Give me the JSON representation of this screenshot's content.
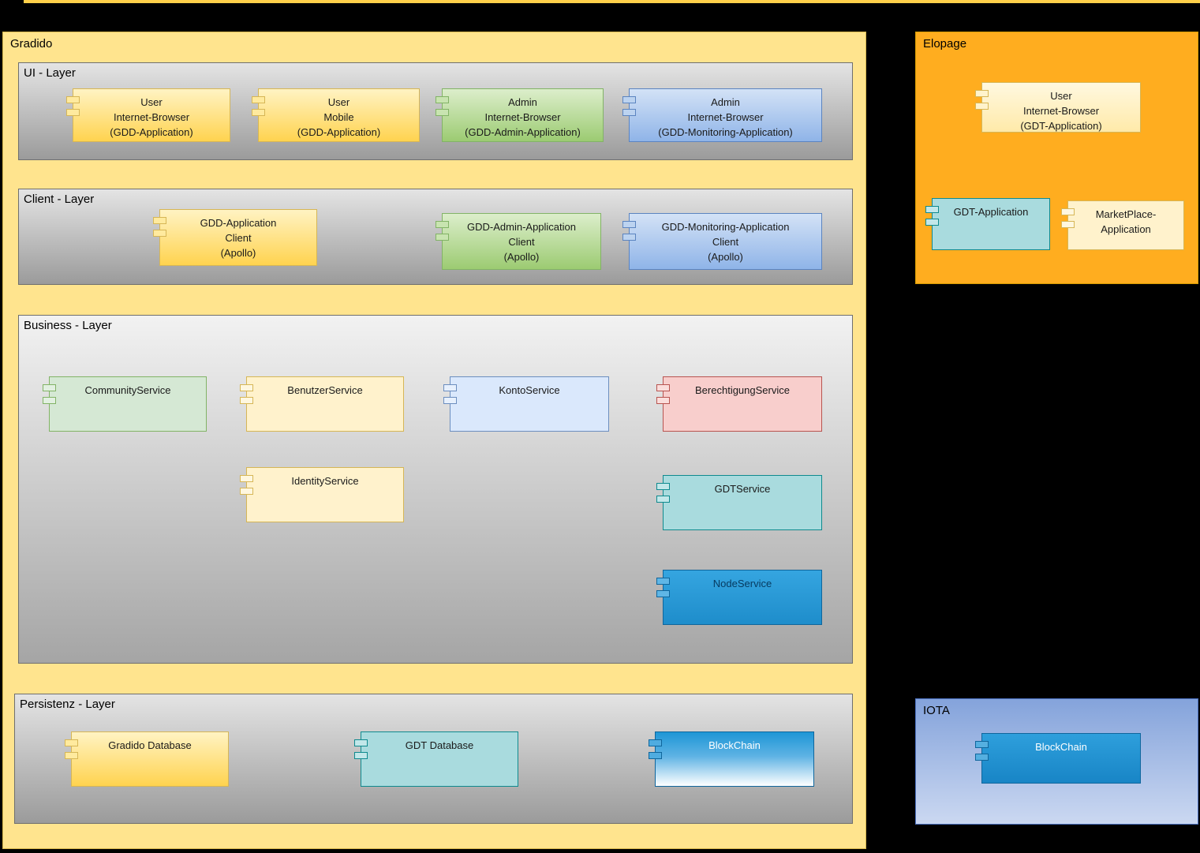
{
  "palette": {
    "background": "#000000",
    "gradido_fill": "#FFE48E",
    "elopage_fill": "#FFAD1F",
    "iota_fill": "#84A3DB",
    "layer_gray": "#9B9B9B",
    "yellow_component": "#FFD34F",
    "green_component": "#9CCB72",
    "blue_component": "#8FB4E8",
    "cream_component": "#FFF2CC",
    "lightgreen_component": "#D5E8D4",
    "lightblue_component": "#DAE8FC",
    "pink_component": "#F8CECC",
    "teal_component": "#A9DBDE",
    "node_blue": "#1E8DCB",
    "blockchain_blue": "#1E96D6"
  },
  "gradido": {
    "label": "Gradido",
    "ui_layer": {
      "label": "UI - Layer",
      "components": [
        {
          "label": "User\nInternet-Browser\n(GDD-Application)"
        },
        {
          "label": "User\nMobile\n(GDD-Application)"
        },
        {
          "label": "Admin\nInternet-Browser\n(GDD-Admin-Application)"
        },
        {
          "label": "Admin\nInternet-Browser\n(GDD-Monitoring-Application)"
        }
      ]
    },
    "client_layer": {
      "label": "Client - Layer",
      "components": [
        {
          "label": "GDD-Application\nClient\n(Apollo)"
        },
        {
          "label": "GDD-Admin-Application\nClient\n(Apollo)"
        },
        {
          "label": "GDD-Monitoring-Application\nClient\n(Apollo)"
        }
      ]
    },
    "business_layer": {
      "label": "Business - Layer",
      "components": [
        {
          "label": "CommunityService"
        },
        {
          "label": "BenutzerService"
        },
        {
          "label": "KontoService"
        },
        {
          "label": "BerechtigungService"
        },
        {
          "label": "IdentityService"
        },
        {
          "label": "GDTService"
        },
        {
          "label": "NodeService"
        }
      ]
    },
    "persistenz_layer": {
      "label": "Persistenz - Layer",
      "components": [
        {
          "label": "Gradido Database"
        },
        {
          "label": "GDT Database"
        },
        {
          "label": "BlockChain"
        }
      ]
    }
  },
  "elopage": {
    "label": "Elopage",
    "components": [
      {
        "label": "User\nInternet-Browser\n(GDT-Application)"
      },
      {
        "label": "GDT-Application"
      },
      {
        "label": "MarketPlace-\nApplication"
      }
    ]
  },
  "iota": {
    "label": "IOTA",
    "components": [
      {
        "label": "BlockChain"
      }
    ]
  }
}
